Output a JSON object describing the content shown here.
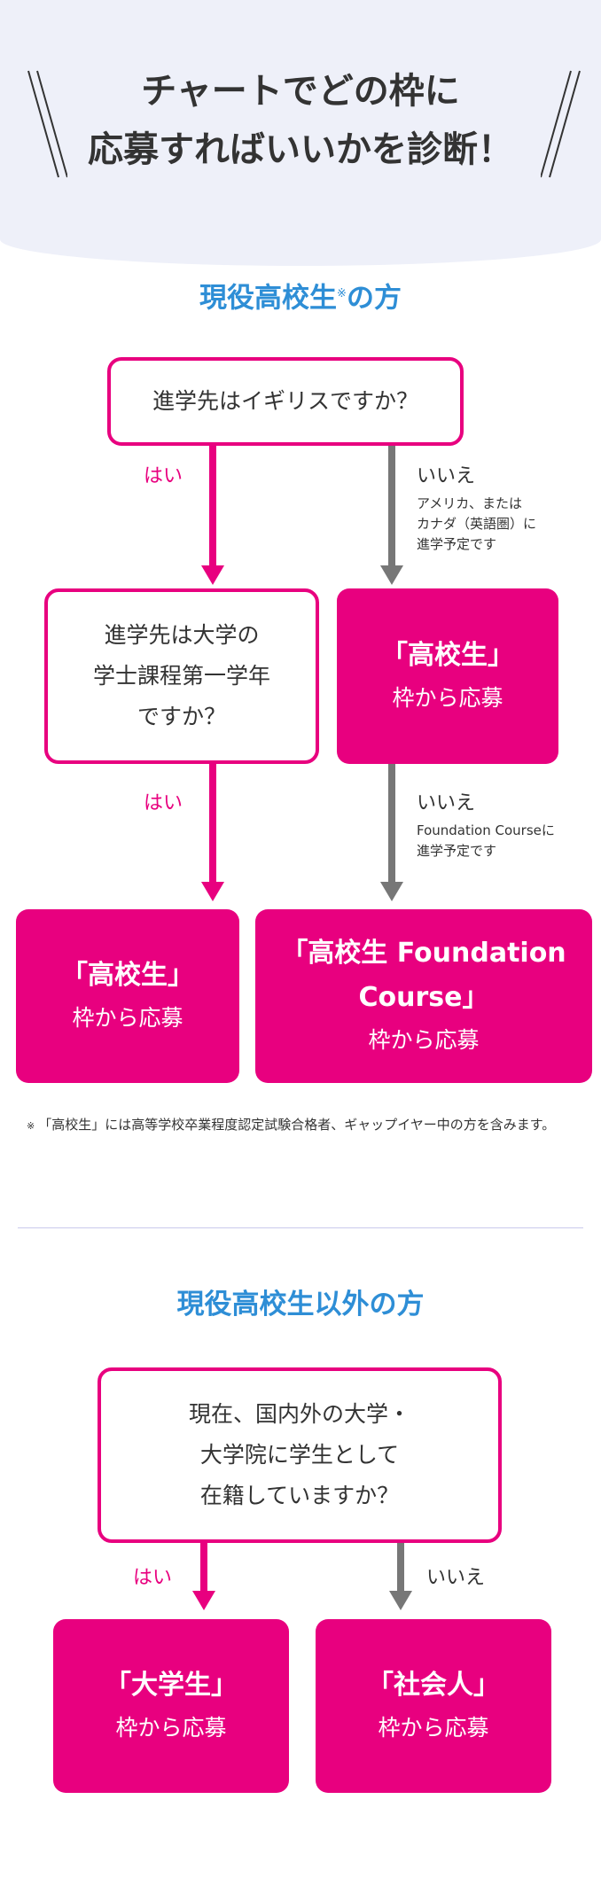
{
  "header": {
    "title_line1": "チャートでどの枠に",
    "title_line2": "応募すればいいかを診断！"
  },
  "section1": {
    "title": "現役高校生",
    "title_mark": "※",
    "title_suffix": "の方",
    "q1": "進学先はイギリスですか？",
    "q1_yes": "はい",
    "q1_no": "いいえ",
    "q1_no_note": [
      "アメリカ、または",
      "カナダ（英語圏）に",
      "進学予定です"
    ],
    "q2": [
      "進学先は大学の",
      "学士課程第一学年",
      "ですか？"
    ],
    "q2_yes": "はい",
    "result_hs_top": {
      "main": "「高校生」",
      "sub": "枠から応募"
    },
    "q3_no": "いいえ",
    "q3_no_note": [
      "Foundation Courseに",
      "進学予定です"
    ],
    "result_hs": {
      "main": "「高校生」",
      "sub": "枠から応募"
    },
    "result_foundation": {
      "main1": "「高校生 Foundation",
      "main2": "Course」",
      "sub": "枠から応募"
    },
    "footnote_mark": "※",
    "footnote_text": "「高校生」には高等学校卒業程度認定試験合格者、ギャップイヤー中の方を含みます。"
  },
  "section2": {
    "title": "現役高校生以外の方",
    "q1": [
      "現在、国内外の大学・",
      "大学院に学生として",
      "在籍していますか？"
    ],
    "yes": "はい",
    "no": "いいえ",
    "result_univ": {
      "main": "「大学生」",
      "sub": "枠から応募"
    },
    "result_adult": {
      "main": "「社会人」",
      "sub": "枠から応募"
    }
  },
  "colors": {
    "accent": "#e8007f",
    "arrow_gray": "#777777",
    "title_blue": "#2e8ed6",
    "header_bg": "#eef0f9"
  }
}
